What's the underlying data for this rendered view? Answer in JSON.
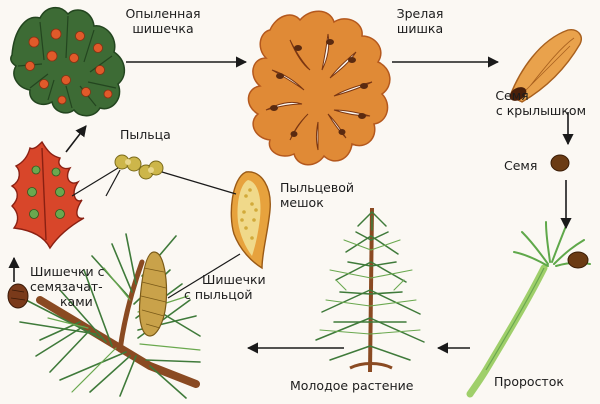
{
  "labels": {
    "pollinated_cone": [
      "Опыленная",
      "шишечка"
    ],
    "mature_cone": [
      "Зрелая",
      "шишка"
    ],
    "winged_seed": [
      "Семя",
      "с крылышком"
    ],
    "seed": "Семя",
    "pollen": "Пыльца",
    "pollen_sac": [
      "Пыльцевой",
      "мешок"
    ],
    "seed_cones": [
      "Шишечки с",
      "семязачат-",
      "ками"
    ],
    "pollen_cones": [
      "Шишечки",
      "с пыльцой"
    ],
    "young_plant": "Молодое растение",
    "seedling": "Проросток"
  },
  "colors": {
    "arrow": "#1a1a1a",
    "pollinated_cone_scale": "#3d6b35",
    "pollinated_cone_dot": "#e05a2a",
    "mature_cone": "#e08a36",
    "mature_cone_edge": "#b4581d",
    "cone_slit": "#fbf8f3",
    "ovule": "#5a2a10",
    "winged_seed": "#e9a24c",
    "seed": "#6b3b14",
    "seed_cone_scale": "#d8462a",
    "ovule_green": "#6aa84f",
    "pollen_grain": "#cdb64a",
    "pollen_sac": "#e7a23d",
    "pollen_sac_inner": "#f0d98a",
    "needle": "#3f7a3a",
    "needle_light": "#6aa84f",
    "branch": "#8a4a22",
    "pollen_cone": "#c9a24a",
    "seedling_stem": "#9fcf6a",
    "seedling_leaf": "#5fa84a",
    "trunk": "#8a4a22"
  }
}
